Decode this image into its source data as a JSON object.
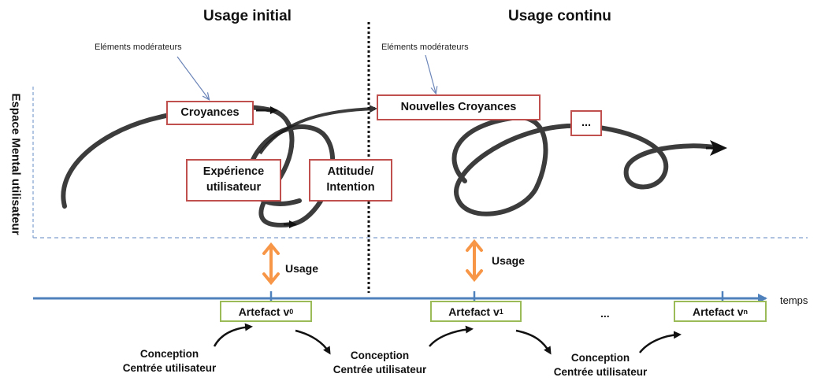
{
  "headers": {
    "left": "Usage initial",
    "right": "Usage continu"
  },
  "moderators": {
    "left": "Eléments modérateurs",
    "right": "Eléments modérateurs"
  },
  "vertical_axis_label": "Espace Mental utilisateur",
  "mental_boxes": {
    "croyances": "Croyances",
    "experience_line1": "Expérience",
    "experience_line2": "utilisateur",
    "attitude_line1": "Attitude/",
    "attitude_line2": "Intention",
    "nouvelles_croyances": "Nouvelles Croyances",
    "ellipsis": "..."
  },
  "usage_labels": {
    "first": "Usage",
    "second": "Usage"
  },
  "timeline": {
    "label": "temps",
    "artefacts": [
      {
        "name": "Artefact v",
        "sub": "0"
      },
      {
        "name": "Artefact v",
        "sub": "1"
      },
      {
        "name": "Artefact v",
        "sub": "n"
      }
    ],
    "ellipsis": "..."
  },
  "conception": [
    {
      "line1": "Conception",
      "line2": "Centrée utilisateur"
    },
    {
      "line1": "Conception",
      "line2": "Centrée utilisateur"
    },
    {
      "line1": "Conception",
      "line2": "Centrée utilisateur"
    }
  ],
  "colors": {
    "red_border": "#c0504d",
    "green_border": "#9bbb59",
    "timeline_blue": "#4f81bd",
    "dashed_blue": "#7f9fcf",
    "usage_arrow_orange": "#f79646"
  }
}
